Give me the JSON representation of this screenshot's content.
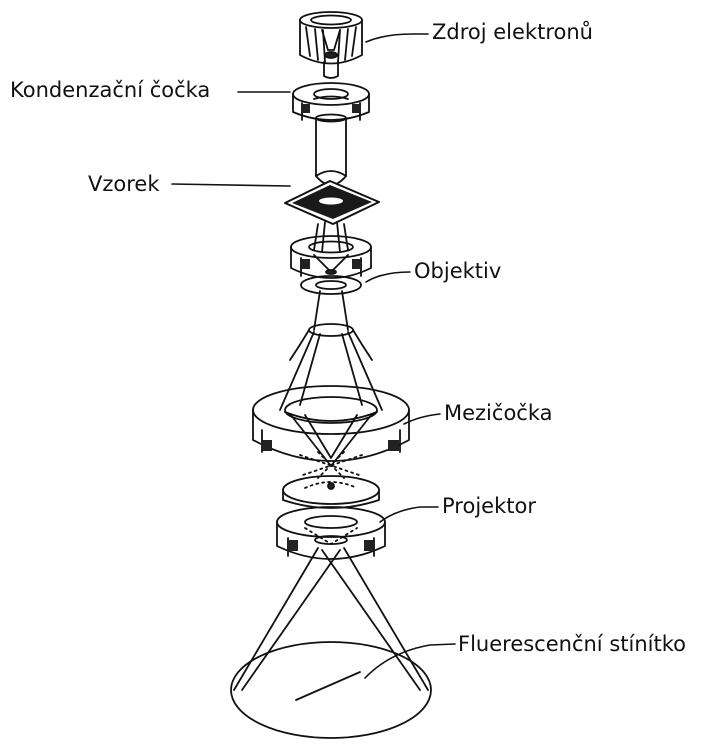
{
  "labels": {
    "source": "Zdroj elektronů",
    "condenser": "Kondenzační čočka",
    "specimen": "Vzorek",
    "objective": "Objektiv",
    "intermediate": "Mezičočka",
    "projector": "Projektor",
    "screen": "Fluerescenční stínítko"
  }
}
